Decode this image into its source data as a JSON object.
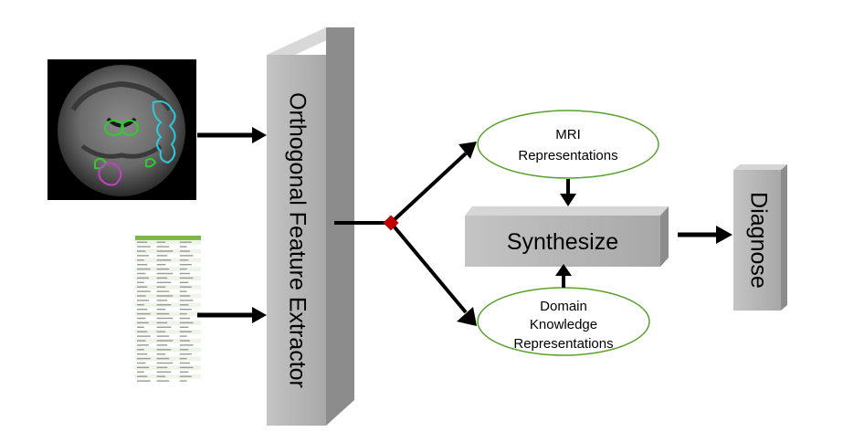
{
  "diagram": {
    "extractor_label": "Orthogonal Feature Extractor",
    "mri_label_line1": "MRI",
    "mri_label_line2": "Representations",
    "domain_label_line1": "Domain",
    "domain_label_line2": "Knowledge",
    "domain_label_line3": "Representations",
    "synthesize_label": "Synthesize",
    "diagnose_label": "Diagnose"
  },
  "colors": {
    "box_face": "#b3b3b3",
    "box_side": "#8a8a8a",
    "box_top": "#d6d6d6",
    "ellipse_stroke": "#5aa02c",
    "arrow": "#000000",
    "junction": "#c00000",
    "mri_contour_green": "#2ecc2e",
    "mri_contour_cyan": "#2fc7d6",
    "mri_contour_magenta": "#c040c0",
    "table_header": "#7ab648"
  }
}
